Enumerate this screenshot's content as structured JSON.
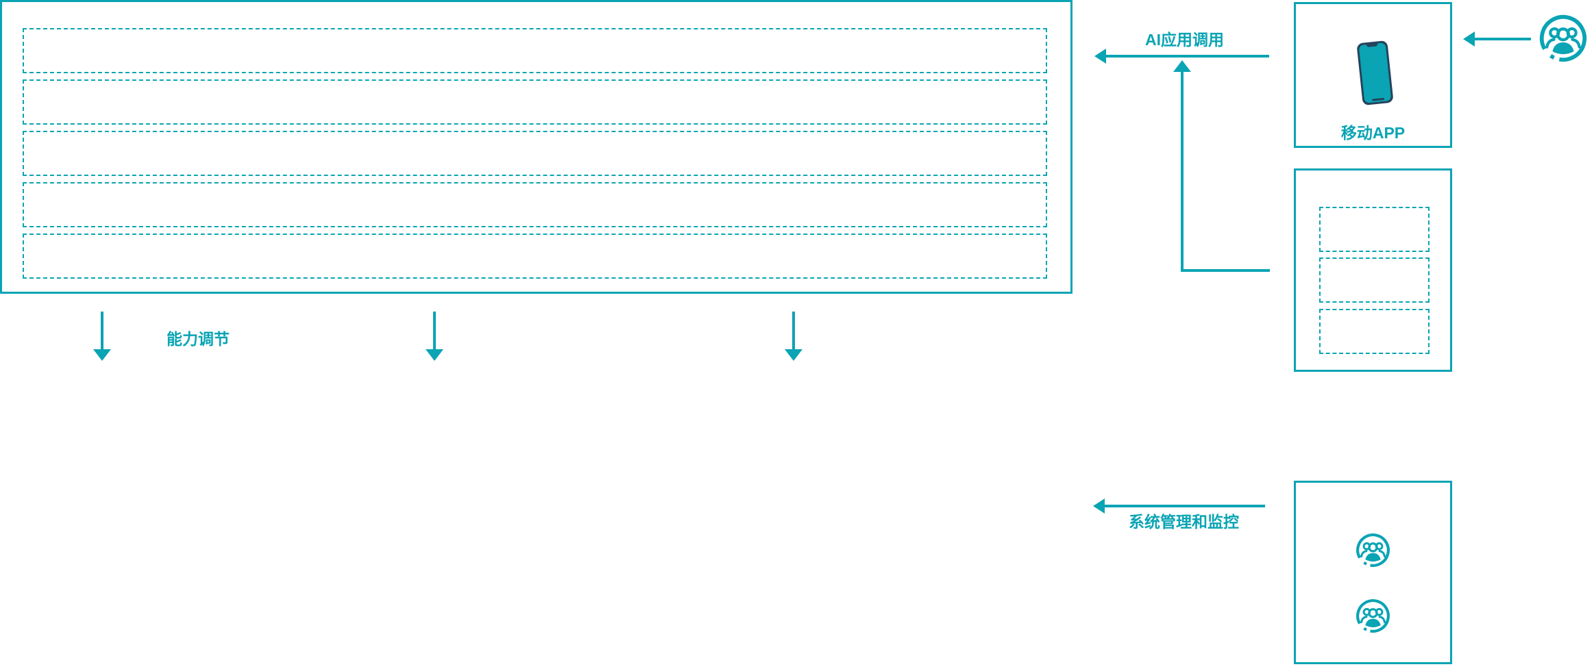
{
  "colors": {
    "teal": "#0AA4B4",
    "phone_dark": "#25435C"
  },
  "flows": {
    "app_invoke": "应用调用",
    "capability_adjust": "能力调节",
    "ai_app_invoke": "AI应用调用",
    "system_monitor": "系统管理和监控"
  },
  "layers": {
    "application_layer": {
      "placeholder_count": 4
    },
    "capability_layer": {
      "rows": 2,
      "cols": 5,
      "placeholder_count": 10
    },
    "platform_layer": {
      "placeholder_count": 5
    }
  },
  "right_panel": {
    "mobile_app": {
      "label": "移动APP",
      "icon": "smartphone-icon"
    },
    "client_box": {
      "placeholder_count": 3
    },
    "admin_box": {
      "users_icon_count": 2
    },
    "end_user_icon": "users-icon"
  }
}
